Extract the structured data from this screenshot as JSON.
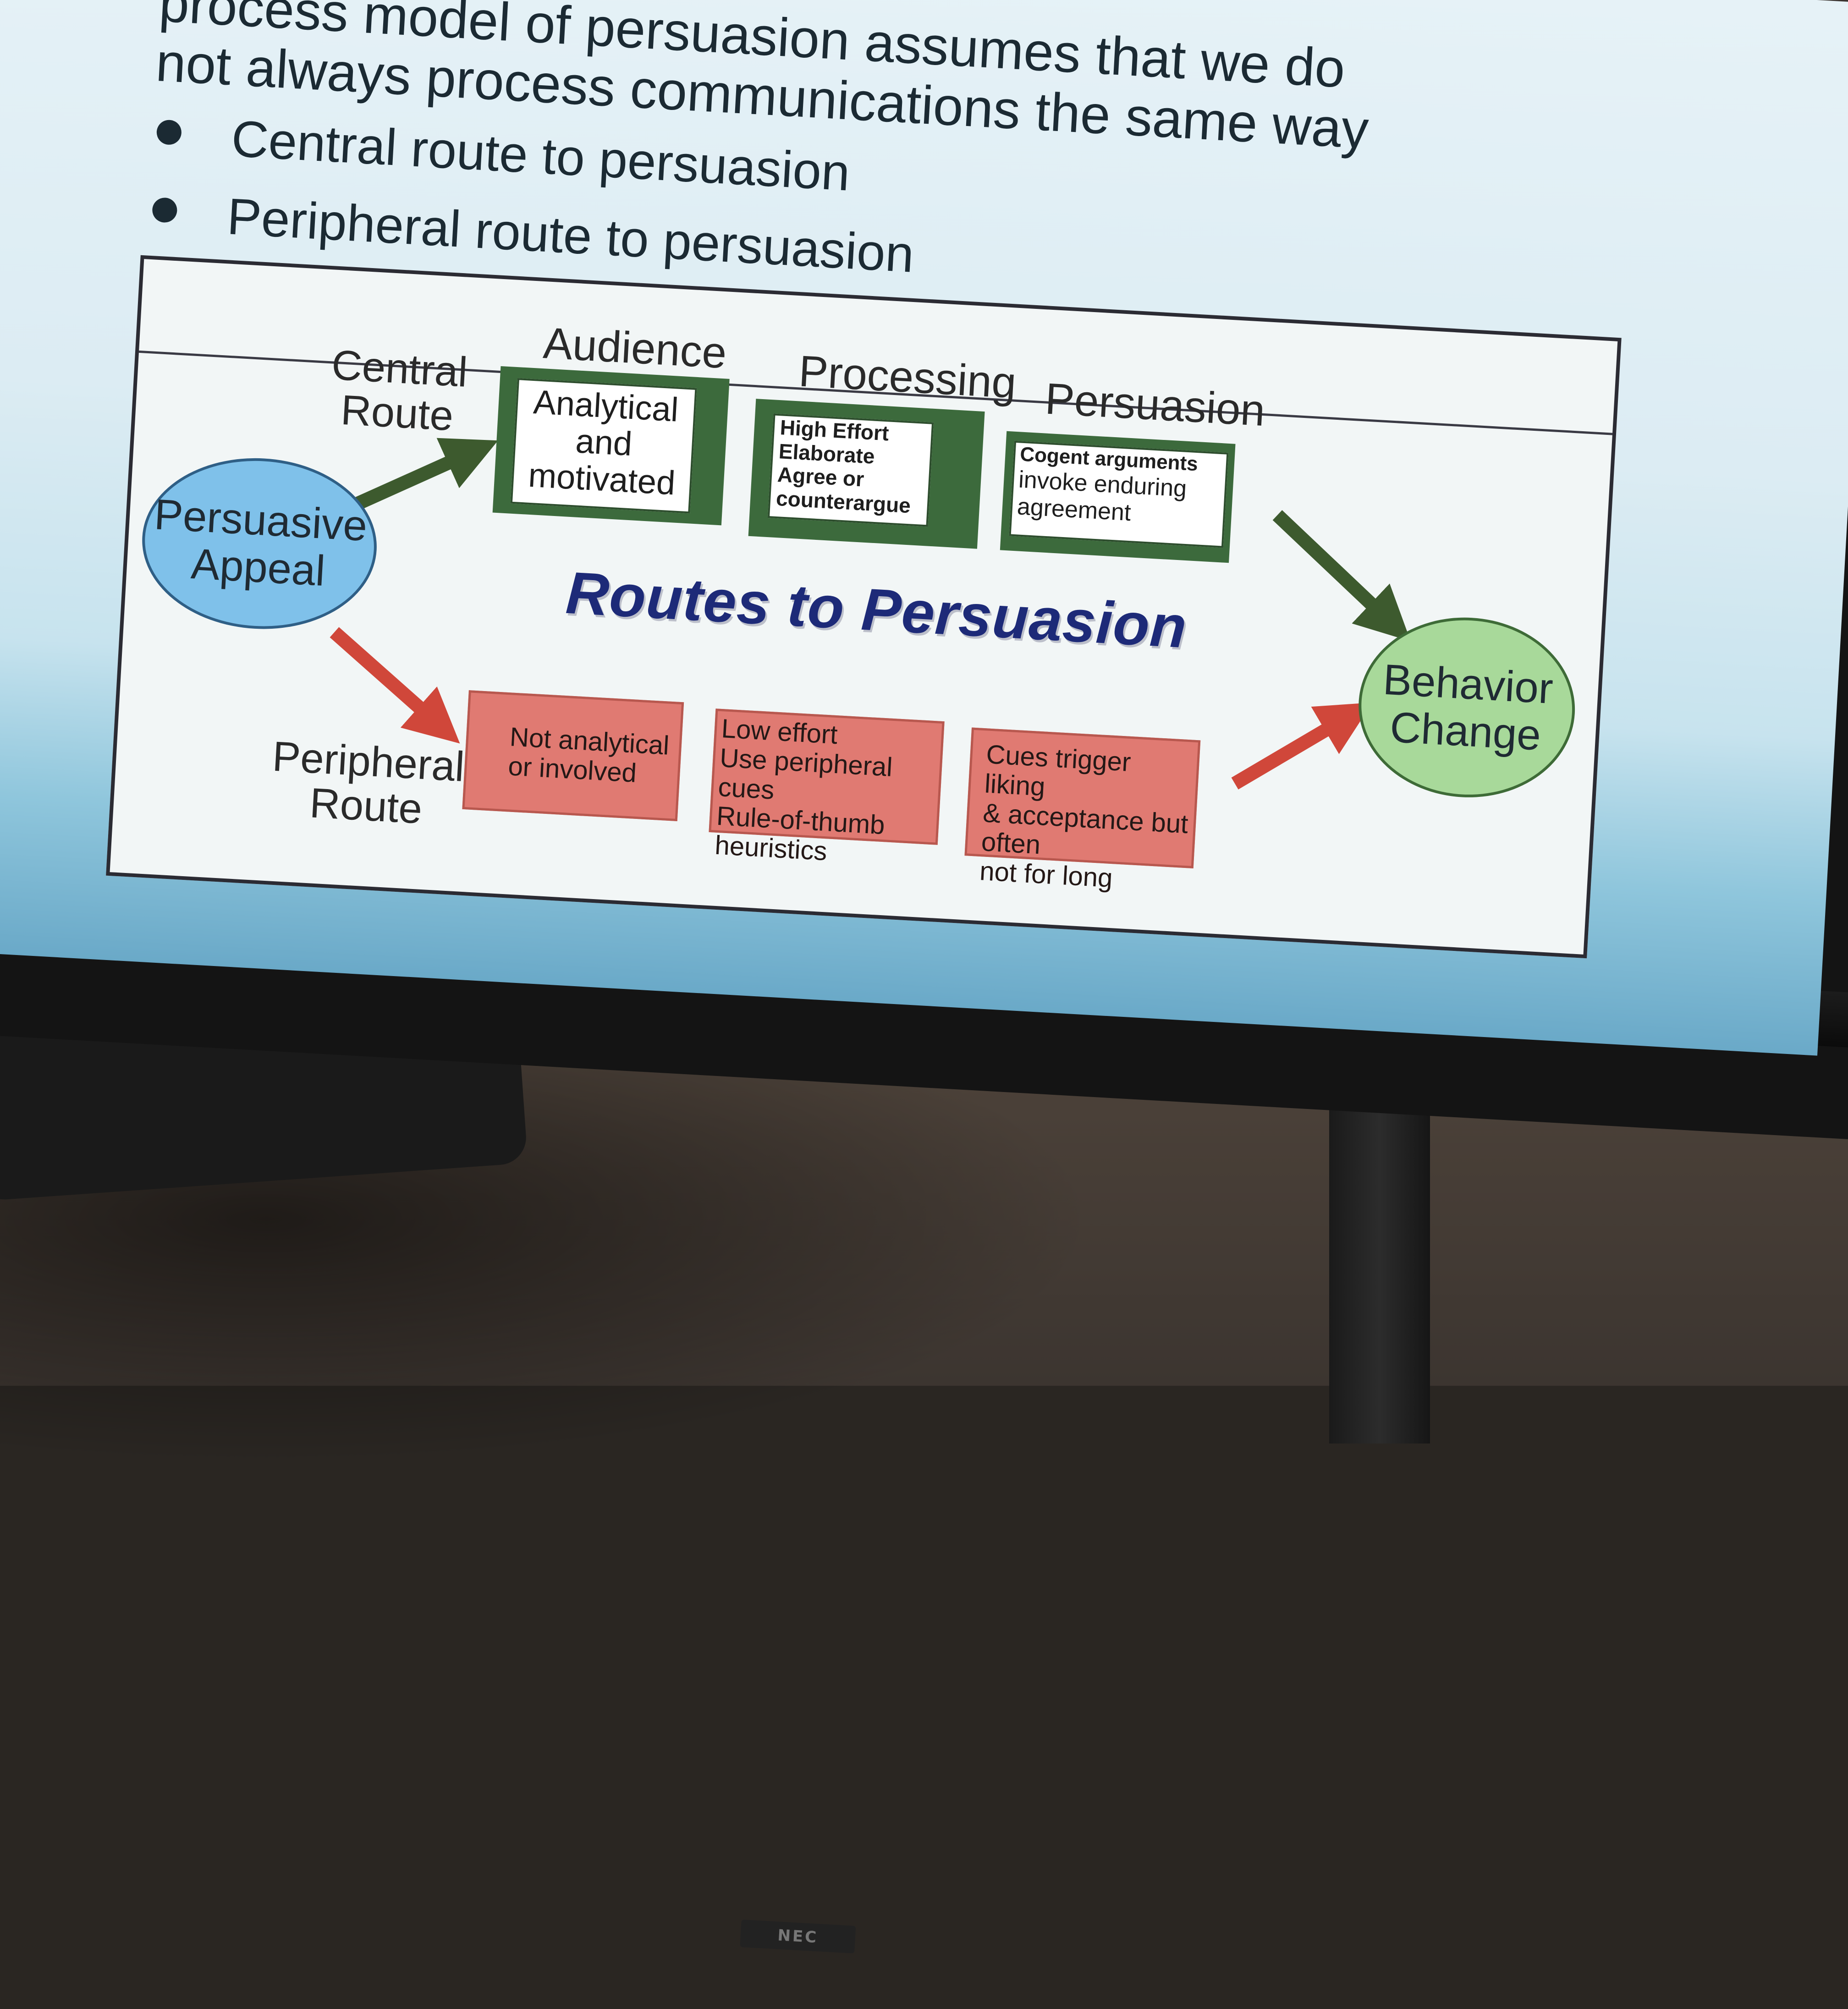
{
  "slide": {
    "heading_line1": "process model of persuasion assumes that we do",
    "heading_line2": "not always process communications the same way",
    "bullets": [
      "Central route to persuasion",
      "Peripheral route to persuasion"
    ]
  },
  "diagram": {
    "title": "Routes to Persuasion",
    "column_headers": {
      "audience": "Audience",
      "processing": "Processing",
      "persuasion": "Persuasion"
    },
    "start_node": [
      "Persuasive",
      "Appeal"
    ],
    "end_node": [
      "Behavior",
      "Change"
    ],
    "central_route_label": [
      "Central",
      "Route"
    ],
    "peripheral_route_label": [
      "Peripheral",
      "Route"
    ],
    "central_boxes": {
      "audience": [
        "Analytical",
        "and",
        "motivated"
      ],
      "processing": [
        "High Effort",
        "Elaborate",
        "Agree or",
        "counterargue"
      ],
      "persuasion": [
        "Cogent arguments",
        "invoke enduring",
        "agreement"
      ]
    },
    "peripheral_boxes": {
      "audience": [
        "Not analytical",
        "or involved"
      ],
      "processing": [
        "Low effort",
        "Use peripheral cues",
        "Rule-of-thumb",
        "heuristics"
      ],
      "persuasion": [
        "Cues trigger liking",
        "& acceptance but",
        "often",
        "not for long"
      ]
    },
    "colors": {
      "central_box": "#3c6a3c",
      "peripheral_box": "#e07a72",
      "start_node": "#7fc1ea",
      "end_node": "#a8d99a",
      "central_arrow": "#3d5a2e",
      "peripheral_arrow": "#d0473a",
      "title": "#1d2a78"
    }
  },
  "monitor": {
    "brand": "NEC"
  }
}
